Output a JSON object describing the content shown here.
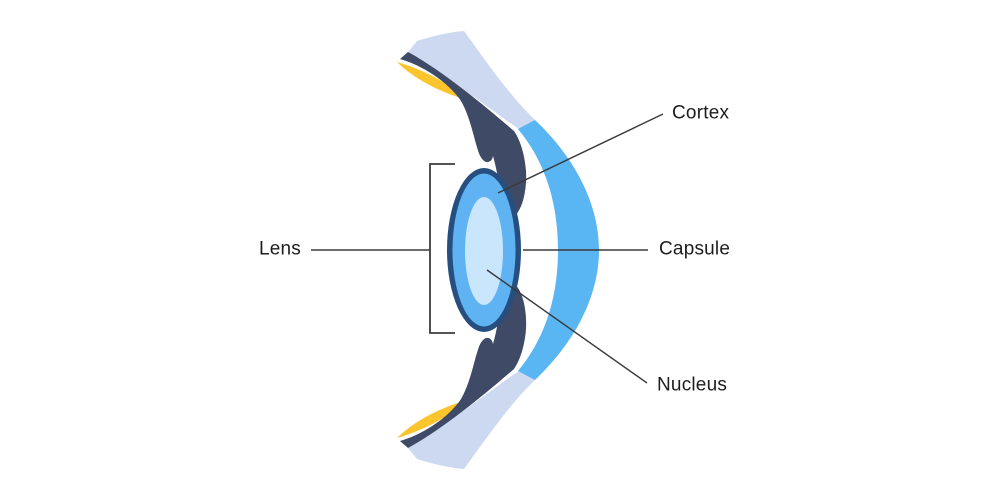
{
  "diagram": {
    "labels": {
      "cortex": "Cortex",
      "capsule": "Capsule",
      "nucleus": "Nucleus",
      "lens": "Lens"
    },
    "colors": {
      "background": "#ffffff",
      "sclera_band": "#cdd9f0",
      "sclera_edge_yellow": "#fcc42d",
      "ciliary_body_dark": "#3e4a66",
      "cornea_blue": "#5ab5f3",
      "lens_capsule_ring": "#264f80",
      "lens_cortex_fill": "#5fb3f2",
      "lens_nucleus_fill": "#c9e6fd",
      "leader_line": "#3a3a3a",
      "bracket": "#3c3c3c",
      "text": "#1d1d1d"
    }
  }
}
